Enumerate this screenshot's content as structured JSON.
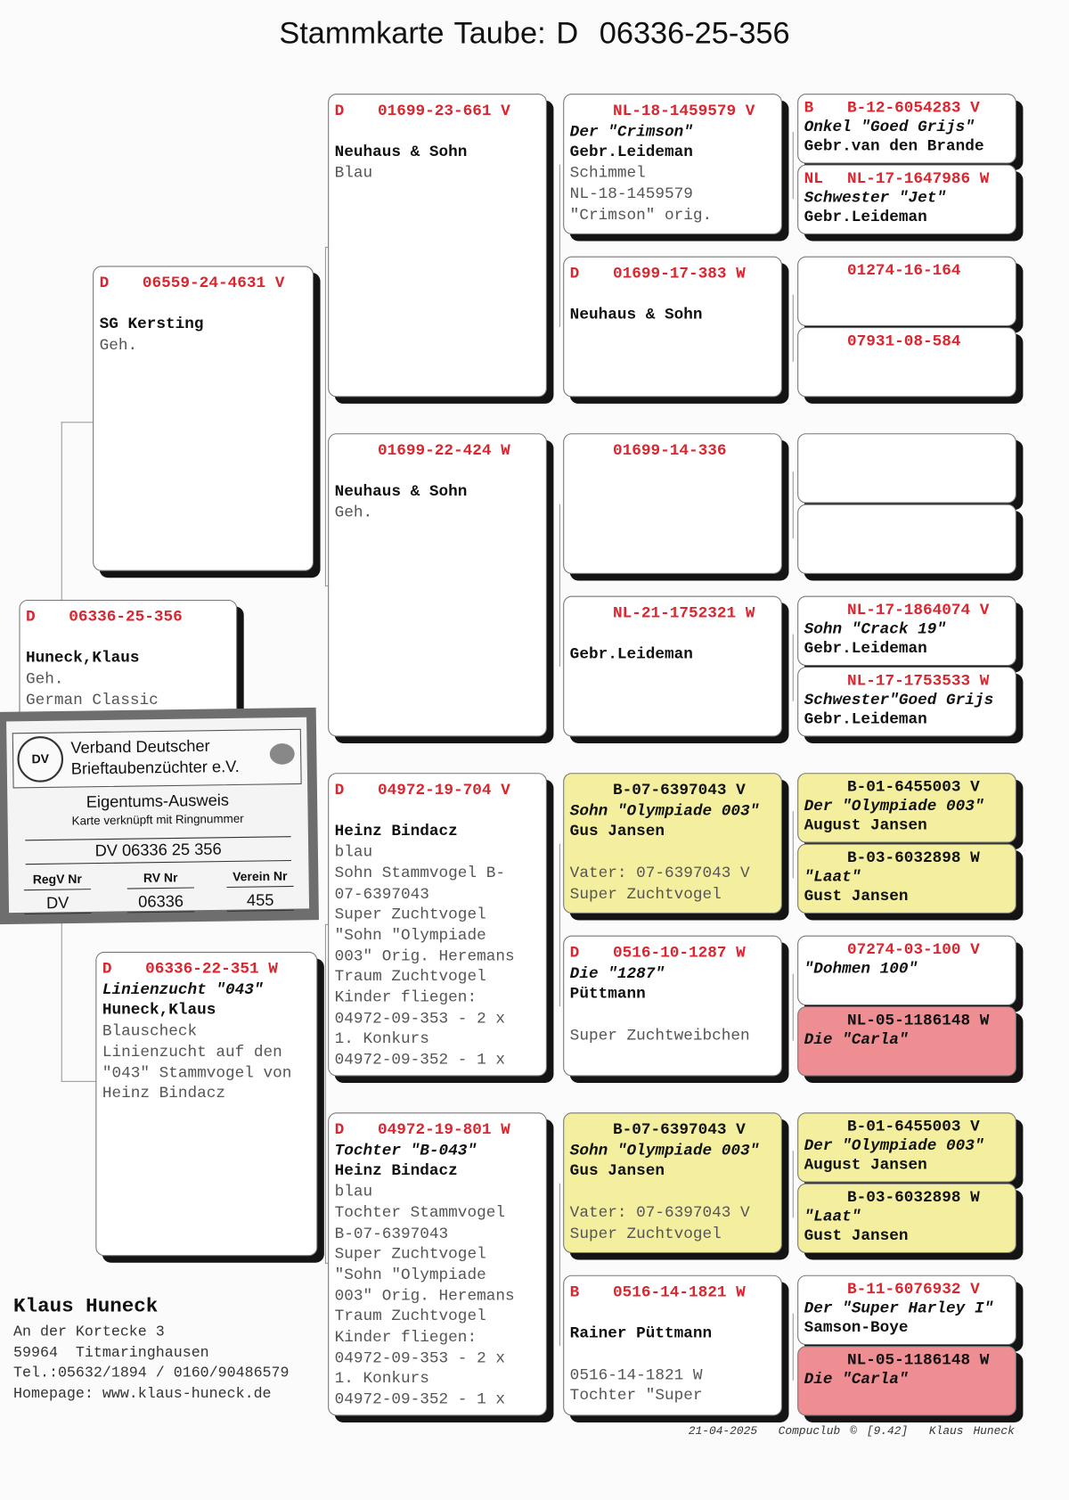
{
  "title": {
    "label": "Stammkarte Taube: D",
    "ring": "06336-25-356"
  },
  "gen0": {
    "pre": "D",
    "ring": "06336-25-356",
    "lines": [
      [
        "",
        ""
      ],
      [
        "b",
        "Huneck,Klaus"
      ],
      [
        "n",
        "Geh."
      ],
      [
        "n",
        "German Classic"
      ]
    ]
  },
  "gen1": [
    {
      "pre": "D",
      "ring": "06559-24-4631 V",
      "lines": [
        [
          "",
          ""
        ],
        [
          "b",
          "SG Kersting"
        ],
        [
          "n",
          "Geh."
        ]
      ]
    },
    {
      "pre": "D",
      "ring": "06336-22-351 W",
      "lines": [
        [
          "i",
          "Linienzucht \"043\""
        ],
        [
          "b",
          "Huneck,Klaus"
        ],
        [
          "n",
          "Blauscheck"
        ],
        [
          "n",
          "Linienzucht auf den"
        ],
        [
          "n",
          "\"043\" Stammvogel von"
        ],
        [
          "n",
          "Heinz Bindacz"
        ]
      ]
    }
  ],
  "gen2": [
    {
      "pre": "D",
      "ring": "01699-23-661 V",
      "lines": [
        [
          "",
          ""
        ],
        [
          "b",
          "Neuhaus & Sohn"
        ],
        [
          "n",
          "Blau"
        ]
      ]
    },
    {
      "pre": "",
      "ring": "01699-22-424 W",
      "lines": [
        [
          "",
          ""
        ],
        [
          "b",
          "Neuhaus & Sohn"
        ],
        [
          "n",
          "Geh."
        ]
      ]
    },
    {
      "pre": "D",
      "ring": "04972-19-704 V",
      "lines": [
        [
          "",
          ""
        ],
        [
          "b",
          "Heinz Bindacz"
        ],
        [
          "n",
          "blau"
        ],
        [
          "n",
          "Sohn Stammvogel B-"
        ],
        [
          "n",
          "07-6397043"
        ],
        [
          "n",
          "Super Zuchtvogel"
        ],
        [
          "n",
          "\"Sohn \"Olympiade"
        ],
        [
          "n",
          "003\" Orig. Heremans"
        ],
        [
          "n",
          "Traum Zuchtvogel"
        ],
        [
          "n",
          "Kinder fliegen:"
        ],
        [
          "n",
          "04972-09-353 - 2 x"
        ],
        [
          "n",
          "1. Konkurs"
        ],
        [
          "n",
          "04972-09-352 - 1 x"
        ]
      ]
    },
    {
      "pre": "D",
      "ring": "04972-19-801 W",
      "lines": [
        [
          "i",
          "Tochter \"B-043\""
        ],
        [
          "b",
          "Heinz Bindacz"
        ],
        [
          "n",
          "blau"
        ],
        [
          "n",
          "Tochter Stammvogel"
        ],
        [
          "n",
          "B-07-6397043"
        ],
        [
          "n",
          "Super Zuchtvogel"
        ],
        [
          "n",
          "\"Sohn \"Olympiade"
        ],
        [
          "n",
          "003\" Orig. Heremans"
        ],
        [
          "n",
          "Traum Zuchtvogel"
        ],
        [
          "n",
          "Kinder fliegen:"
        ],
        [
          "n",
          "04972-09-353 - 2 x"
        ],
        [
          "n",
          "1. Konkurs"
        ],
        [
          "n",
          "04972-09-352 - 1 x"
        ]
      ]
    }
  ],
  "gen3": [
    {
      "pre": "",
      "ring": "NL-18-1459579 V",
      "lines": [
        [
          "i",
          "Der \"Crimson\""
        ],
        [
          "b",
          "Gebr.Leideman"
        ],
        [
          "n",
          "Schimmel"
        ],
        [
          "n",
          "NL-18-1459579"
        ],
        [
          "n",
          "\"Crimson\" orig."
        ]
      ]
    },
    {
      "pre": "D",
      "ring": "01699-17-383 W",
      "lines": [
        [
          "",
          ""
        ],
        [
          "b",
          "Neuhaus & Sohn"
        ]
      ]
    },
    {
      "pre": "",
      "ring": "01699-14-336",
      "lines": []
    },
    {
      "pre": "",
      "ring": "NL-21-1752321 W",
      "lines": [
        [
          "",
          ""
        ],
        [
          "b",
          "Gebr.Leideman"
        ]
      ]
    },
    {
      "pre": "",
      "ring": "B-07-6397043 V",
      "color": "yellow",
      "lines": [
        [
          "i",
          "Sohn \"Olympiade 003\""
        ],
        [
          "b",
          "Gus Jansen"
        ],
        [
          "",
          ""
        ],
        [
          "n",
          "Vater: 07-6397043 V"
        ],
        [
          "n",
          "Super Zuchtvogel"
        ]
      ]
    },
    {
      "pre": "D",
      "ring": "0516-10-1287 W",
      "lines": [
        [
          "i",
          "Die \"1287\""
        ],
        [
          "b",
          "Püttmann"
        ],
        [
          "",
          ""
        ],
        [
          "n",
          "Super Zuchtweibchen"
        ]
      ]
    },
    {
      "pre": "",
      "ring": "B-07-6397043 V",
      "color": "yellow",
      "lines": [
        [
          "i",
          "Sohn \"Olympiade 003\""
        ],
        [
          "b",
          "Gus Jansen"
        ],
        [
          "",
          ""
        ],
        [
          "n",
          "Vater: 07-6397043 V"
        ],
        [
          "n",
          "Super Zuchtvogel"
        ]
      ]
    },
    {
      "pre": "B",
      "ring": "0516-14-1821 W",
      "lines": [
        [
          "",
          ""
        ],
        [
          "b",
          "Rainer Püttmann"
        ],
        [
          "",
          ""
        ],
        [
          "n",
          "0516-14-1821 W"
        ],
        [
          "n",
          "Tochter \"Super"
        ]
      ]
    }
  ],
  "gen4": [
    {
      "pre": "B",
      "ring": "B-12-6054283 V",
      "lines": [
        [
          "i",
          "Onkel \"Goed Grijs\""
        ],
        [
          "b",
          "Gebr.van den Brande"
        ]
      ]
    },
    {
      "pre": "NL",
      "ring": "NL-17-1647986 W",
      "lines": [
        [
          "i",
          "Schwester \"Jet\""
        ],
        [
          "b",
          "Gebr.Leideman"
        ]
      ]
    },
    {
      "pre": "",
      "ring": "01274-16-164",
      "lines": []
    },
    {
      "pre": "",
      "ring": "07931-08-584",
      "lines": []
    },
    {
      "pre": "",
      "ring": "",
      "lines": []
    },
    {
      "pre": "",
      "ring": "",
      "lines": []
    },
    {
      "pre": "",
      "ring": "NL-17-1864074 V",
      "lines": [
        [
          "i",
          "Sohn \"Crack 19\""
        ],
        [
          "b",
          "Gebr.Leideman"
        ]
      ]
    },
    {
      "pre": "",
      "ring": "NL-17-1753533 W",
      "lines": [
        [
          "i",
          "Schwester\"Goed Grijs"
        ],
        [
          "b",
          "Gebr.Leideman"
        ]
      ]
    },
    {
      "pre": "",
      "ring": "B-01-6455003 V",
      "color": "yellow",
      "lines": [
        [
          "i",
          "Der \"Olympiade 003\""
        ],
        [
          "b",
          "August Jansen"
        ]
      ]
    },
    {
      "pre": "",
      "ring": "B-03-6032898 W",
      "color": "yellow",
      "lines": [
        [
          "i",
          "\"Laat\""
        ],
        [
          "b",
          "Gust Jansen"
        ]
      ]
    },
    {
      "pre": "",
      "ring": "07274-03-100 V",
      "lines": [
        [
          "i",
          "\"Dohmen 100\""
        ]
      ]
    },
    {
      "pre": "",
      "ring": "NL-05-1186148 W",
      "color": "pink",
      "lines": [
        [
          "i",
          "Die \"Carla\""
        ]
      ]
    },
    {
      "pre": "",
      "ring": "B-01-6455003 V",
      "color": "yellow",
      "lines": [
        [
          "i",
          "Der \"Olympiade 003\""
        ],
        [
          "b",
          "August Jansen"
        ]
      ]
    },
    {
      "pre": "",
      "ring": "B-03-6032898 W",
      "color": "yellow",
      "lines": [
        [
          "i",
          "\"Laat\""
        ],
        [
          "b",
          "Gust Jansen"
        ]
      ]
    },
    {
      "pre": "",
      "ring": "B-11-6076932 V",
      "lines": [
        [
          "i",
          "Der \"Super Harley I\""
        ],
        [
          "b",
          "Samson-Boye"
        ]
      ]
    },
    {
      "pre": "",
      "ring": "NL-05-1186148 W",
      "color": "pink",
      "lines": [
        [
          "i",
          "Die \"Carla\""
        ]
      ]
    }
  ],
  "owner": {
    "name": "Klaus Huneck",
    "street": "An der Kortecke 3",
    "city": "59964  Titmaringhausen",
    "phone": "Tel.:05632/1894 / 0160/90486579",
    "web": "Homepage: www.klaus-huneck.de"
  },
  "footer": {
    "date": "21-04-2025",
    "software": "Compuclub © [9.42]",
    "owner": "Klaus Huneck"
  },
  "card": {
    "org_line1": "Verband Deutscher",
    "org_line2": "Brieftaubenzüchter e.V.",
    "logo": "DV",
    "title": "Eigentums-Ausweis",
    "subtitle": "Karte verknüpft mit Ringnummer",
    "ring": "DV 06336 25 356",
    "col1_label": "RegV Nr",
    "col1_value": "DV",
    "col2_label": "RV Nr",
    "col2_value": "06336",
    "col3_label": "Verein Nr",
    "col3_value": "455"
  },
  "colors": {
    "ring_red": "#d9262f",
    "yellow": "#f4ef9e",
    "pink": "#ee8d92"
  }
}
